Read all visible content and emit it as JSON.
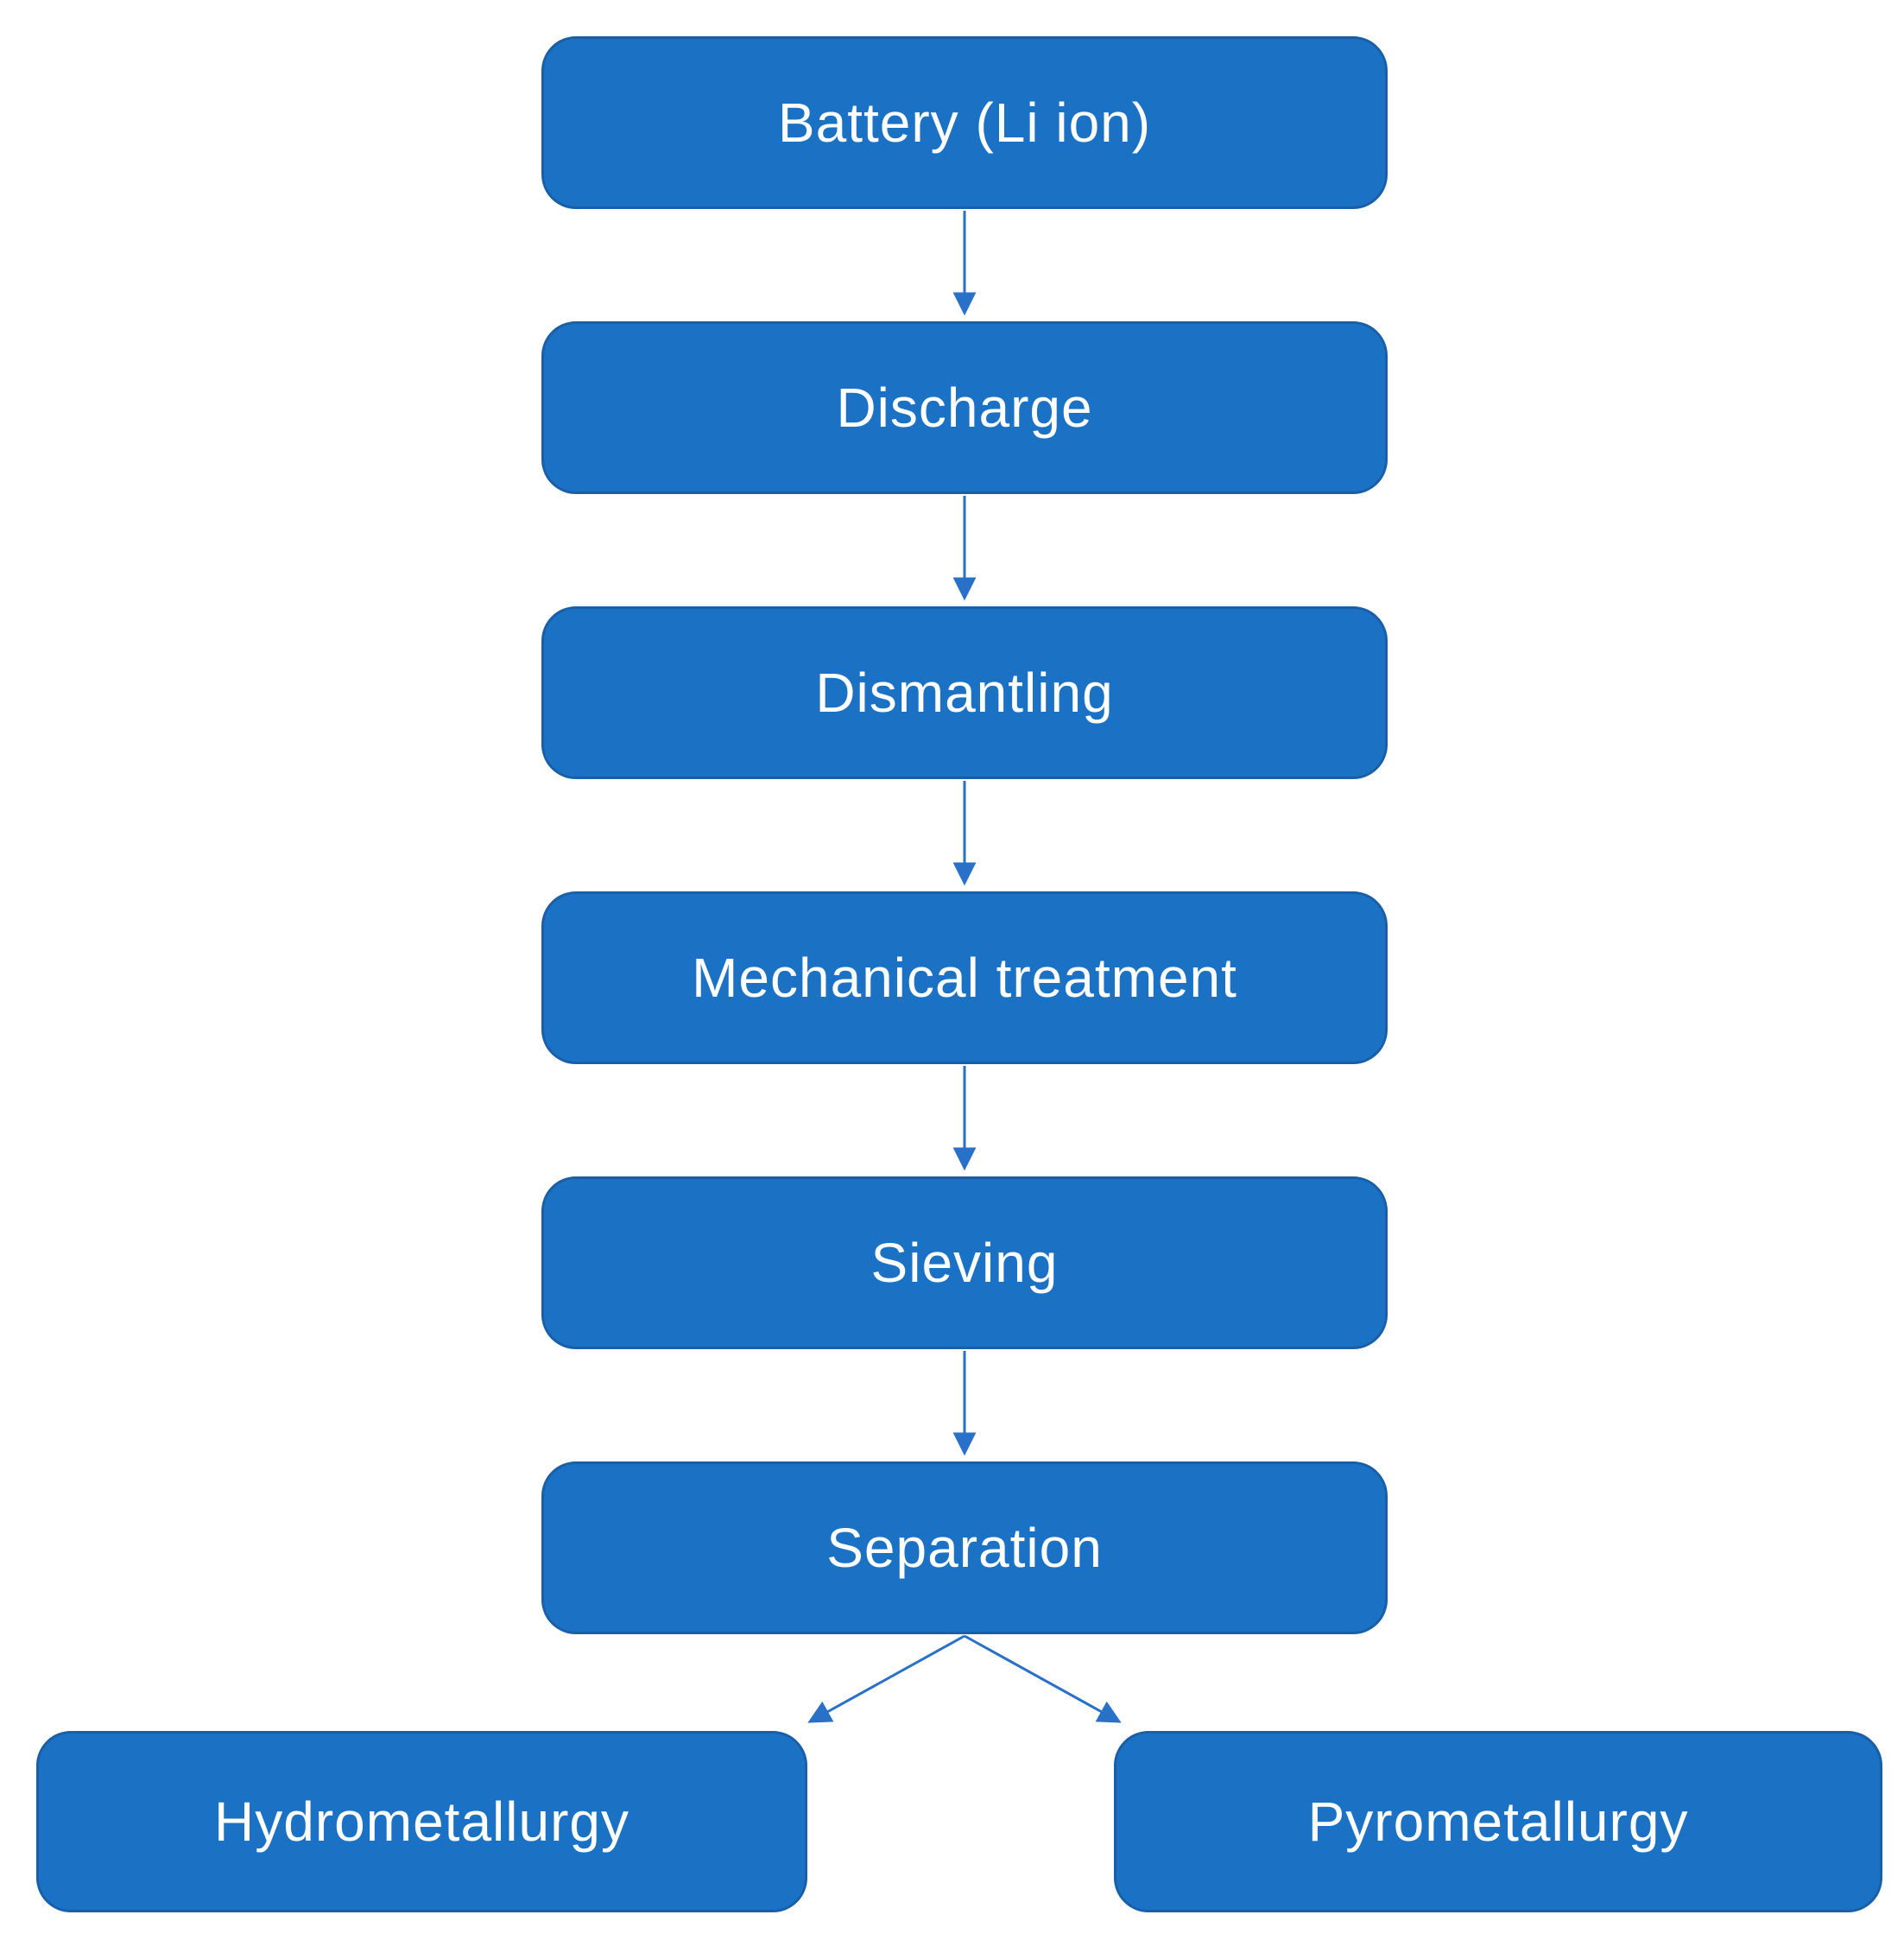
{
  "diagram": {
    "background": "#ffffff",
    "colors": {
      "node_fill": "#1b72c5",
      "node_border": "#185fa8",
      "node_text": "#ffffff",
      "arrow": "#2970c8"
    },
    "nodes": [
      {
        "id": "battery",
        "label": "Battery (Li ion)"
      },
      {
        "id": "discharge",
        "label": "Discharge"
      },
      {
        "id": "dismantling",
        "label": "Dismantling"
      },
      {
        "id": "mechanical-treatment",
        "label": "Mechanical treatment"
      },
      {
        "id": "sieving",
        "label": "Sieving"
      },
      {
        "id": "separation",
        "label": "Separation"
      },
      {
        "id": "hydrometallurgy",
        "label": "Hydrometallurgy"
      },
      {
        "id": "pyrometallurgy",
        "label": "Pyrometallurgy"
      }
    ],
    "edges": [
      {
        "from": "battery",
        "to": "discharge"
      },
      {
        "from": "discharge",
        "to": "dismantling"
      },
      {
        "from": "dismantling",
        "to": "mechanical-treatment"
      },
      {
        "from": "mechanical-treatment",
        "to": "sieving"
      },
      {
        "from": "sieving",
        "to": "separation"
      },
      {
        "from": "separation",
        "to": "hydrometallurgy"
      },
      {
        "from": "separation",
        "to": "pyrometallurgy"
      }
    ]
  }
}
